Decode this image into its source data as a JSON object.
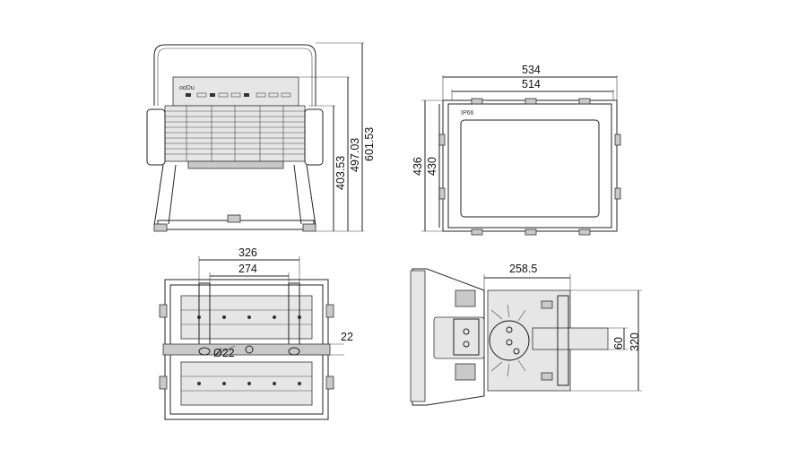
{
  "front_view": {
    "dims": {
      "height_total": "601.53",
      "height_mid": "497.03",
      "height_low": "403.53"
    },
    "brand_logo": "ooDu"
  },
  "top_view": {
    "dims": {
      "width_outer": "534",
      "width_inner": "514",
      "height_outer": "436",
      "height_inner": "430"
    },
    "ip_label": "IP66"
  },
  "bottom_view": {
    "dims": {
      "width_outer": "326",
      "width_inner": "274",
      "hole_diameter": "Ø22",
      "slot": "22"
    }
  },
  "side_view": {
    "dims": {
      "depth": "258.5",
      "bracket_width": "60",
      "height": "320"
    }
  }
}
